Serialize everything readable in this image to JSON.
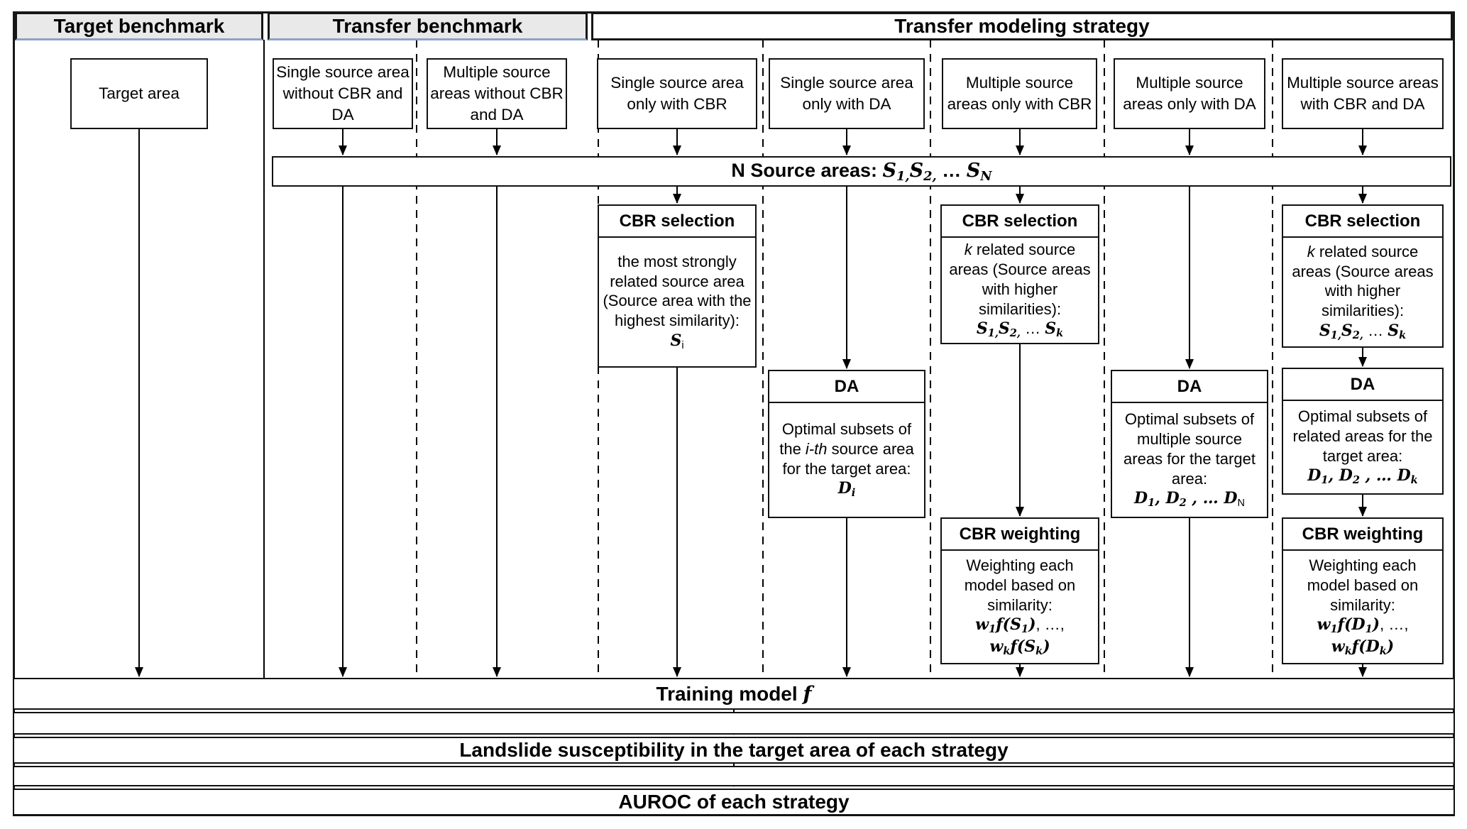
{
  "colors": {
    "background": "#ffffff",
    "benchmark_header_fill": "#e9e9e9",
    "benchmark_header_underline": "#8ba3c7",
    "line_color": "#000000"
  },
  "section_headers": {
    "target": "Target benchmark",
    "transfer": "Transfer benchmark",
    "strategy": "Transfer modeling strategy"
  },
  "source_bar": [
    {
      "t": "N Source areas: "
    },
    {
      "t": "S",
      "c": "m"
    },
    {
      "t": "1,",
      "c": "ms"
    },
    {
      "t": "S",
      "c": "m"
    },
    {
      "t": "2,",
      "c": "ms"
    },
    {
      "t": " … "
    },
    {
      "t": "S",
      "c": "m"
    },
    {
      "t": "N",
      "c": "ms"
    }
  ],
  "columns": [
    {
      "header": "Target area"
    },
    {
      "header": "Single source area without CBR and DA"
    },
    {
      "header": "Multiple source areas without CBR and DA"
    },
    {
      "header": "Single source area only with CBR",
      "cbr_selection": {
        "title": "CBR selection",
        "body": [
          [
            {
              "t": "the most strongly related source area (Source area with the highest similarity):"
            }
          ],
          [
            {
              "t": "S",
              "c": "m"
            },
            {
              "t": "i",
              "c": "s"
            }
          ]
        ]
      }
    },
    {
      "header": "Single source area only with DA",
      "da": {
        "title": "DA",
        "body": [
          [
            {
              "t": "Optimal subsets of the "
            },
            {
              "t": "i-th",
              "c": "it"
            },
            {
              "t": " source area for the target area:"
            }
          ],
          [
            {
              "t": "D",
              "c": "m"
            },
            {
              "t": "i",
              "c": "ms"
            }
          ]
        ]
      }
    },
    {
      "header": "Multiple source areas only with CBR",
      "cbr_selection": {
        "title": "CBR selection",
        "body": [
          [
            {
              "t": "k",
              "c": "it"
            },
            {
              "t": " related source areas (Source areas with higher similarities):"
            }
          ],
          [
            {
              "t": "S",
              "c": "m"
            },
            {
              "t": "1,",
              "c": "ms"
            },
            {
              "t": "S",
              "c": "m"
            },
            {
              "t": "2,",
              "c": "ms"
            },
            {
              "t": " … "
            },
            {
              "t": "S",
              "c": "m"
            },
            {
              "t": "k",
              "c": "ms"
            }
          ]
        ]
      },
      "cbr_weighting": {
        "title": "CBR weighting",
        "body": [
          [
            {
              "t": "Weighting each model based on similarity:"
            }
          ],
          [
            {
              "t": "w",
              "c": "m"
            },
            {
              "t": "1",
              "c": "ms"
            },
            {
              "t": "f(S",
              "c": "m"
            },
            {
              "t": "1",
              "c": "ms"
            },
            {
              "t": ")",
              "c": "m"
            },
            {
              "t": ", …,"
            }
          ],
          [
            {
              "t": "w",
              "c": "m"
            },
            {
              "t": "k",
              "c": "ms"
            },
            {
              "t": "f(S",
              "c": "m"
            },
            {
              "t": "k",
              "c": "ms"
            },
            {
              "t": ")",
              "c": "m"
            }
          ]
        ]
      }
    },
    {
      "header": "Multiple source areas only with DA",
      "da": {
        "title": "DA",
        "body": [
          [
            {
              "t": "Optimal subsets of multiple source areas for the target area:"
            }
          ],
          [
            {
              "t": "D",
              "c": "m"
            },
            {
              "t": "1",
              "c": "ms"
            },
            {
              "t": ", ",
              "c": "m"
            },
            {
              "t": "D",
              "c": "m"
            },
            {
              "t": "2",
              "c": "ms"
            },
            {
              "t": " , … ",
              "c": "m"
            },
            {
              "t": "D",
              "c": "m"
            },
            {
              "t": "N",
              "c": "s"
            }
          ]
        ]
      }
    },
    {
      "header": "Multiple source areas with CBR and DA",
      "cbr_selection": {
        "title": "CBR selection",
        "body": [
          [
            {
              "t": "k",
              "c": "it"
            },
            {
              "t": " related source areas (Source areas with higher similarities):"
            }
          ],
          [
            {
              "t": "S",
              "c": "m"
            },
            {
              "t": "1,",
              "c": "ms"
            },
            {
              "t": "S",
              "c": "m"
            },
            {
              "t": "2,",
              "c": "ms"
            },
            {
              "t": " … "
            },
            {
              "t": "S",
              "c": "m"
            },
            {
              "t": "k",
              "c": "ms"
            }
          ]
        ]
      },
      "da": {
        "title": "DA",
        "body": [
          [
            {
              "t": "Optimal subsets of related areas for the target area:"
            }
          ],
          [
            {
              "t": "D",
              "c": "m"
            },
            {
              "t": "1",
              "c": "ms"
            },
            {
              "t": ", ",
              "c": "m"
            },
            {
              "t": "D",
              "c": "m"
            },
            {
              "t": "2",
              "c": "ms"
            },
            {
              "t": " , … ",
              "c": "m"
            },
            {
              "t": "D",
              "c": "m"
            },
            {
              "t": "k",
              "c": "ms"
            }
          ]
        ]
      },
      "cbr_weighting": {
        "title": "CBR weighting",
        "body": [
          [
            {
              "t": "Weighting each model based on similarity:"
            }
          ],
          [
            {
              "t": "w",
              "c": "m"
            },
            {
              "t": "1",
              "c": "ms"
            },
            {
              "t": "f(D",
              "c": "m"
            },
            {
              "t": "1",
              "c": "ms"
            },
            {
              "t": ")",
              "c": "m"
            },
            {
              "t": ", …,"
            }
          ],
          [
            {
              "t": "w",
              "c": "m"
            },
            {
              "t": "k",
              "c": "ms"
            },
            {
              "t": "f(D",
              "c": "m"
            },
            {
              "t": "k",
              "c": "ms"
            },
            {
              "t": ")",
              "c": "m"
            }
          ]
        ]
      }
    }
  ],
  "output_bars": {
    "training": [
      {
        "t": "Training model "
      },
      {
        "t": "f",
        "c": "m"
      }
    ],
    "landslide": "Landslide susceptibility in the target area of each strategy",
    "auroc": "AUROC of each strategy"
  }
}
